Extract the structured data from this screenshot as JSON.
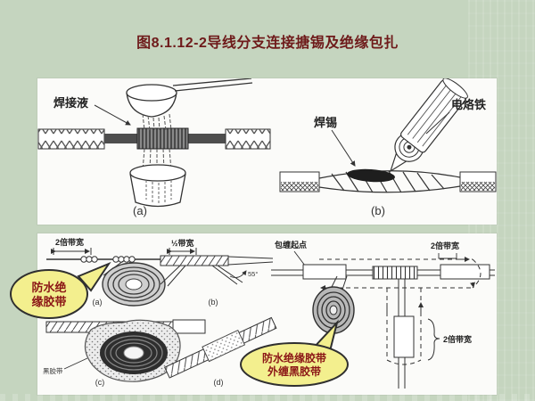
{
  "title": "图8.1.12-2导线分支连接搪锡及绝缘包扎",
  "colors": {
    "background": "#c5d5bf",
    "title_text": "#6e1a1a",
    "panel": "#fbfbf9",
    "callout_fill": "#f3ef8e",
    "callout_border": "#2f2f2f",
    "callout_text": "#8b1616",
    "line": "#333333"
  },
  "top_panel": {
    "flux_label": "焊接液",
    "solder_label": "焊锡",
    "iron_label": "电烙铁",
    "caption_a": "(a)",
    "caption_b": "(b)"
  },
  "bottom_panel": {
    "dim_two_band_a": "2倍带宽",
    "dim_half_band": "½带宽",
    "angle_label": "55°",
    "black_tape_label": "黑胶带",
    "caption_a": "(a)",
    "caption_b": "(b)",
    "caption_c": "(c)",
    "caption_d": "(d)",
    "wrap_start_label": "包缠起点",
    "dim_two_band_right_top": "2倍带宽",
    "dim_two_band_branch": "2倍带宽",
    "callout_waterproof": {
      "line1": "防水绝",
      "line2": "缘胶带"
    },
    "callout_outer": {
      "line1": "防水绝缘胶带",
      "line2": "外缠黑胶带"
    }
  }
}
